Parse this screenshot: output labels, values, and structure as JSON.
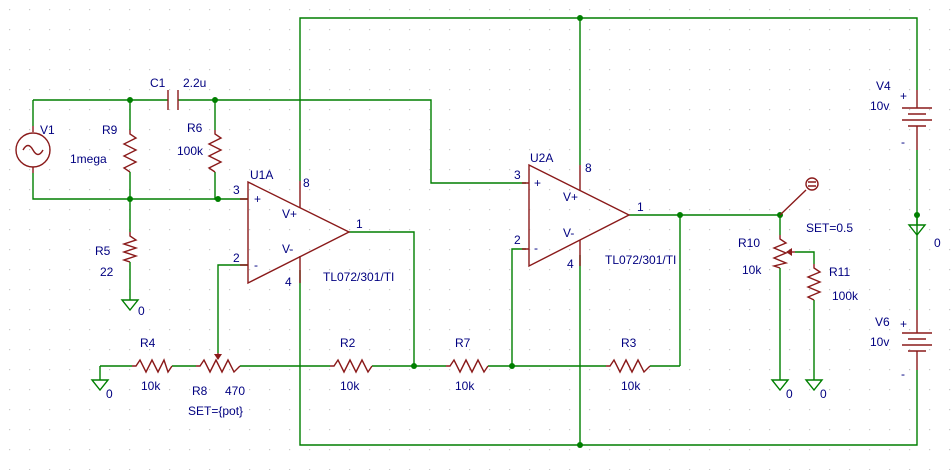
{
  "colors": {
    "background": "#ffffff",
    "grid_dots": "#c8c8c8",
    "wire": "#007f00",
    "component": "#8a1a1a",
    "label_text": "#000080"
  },
  "components": {
    "V1": {
      "ref": "V1"
    },
    "V4": {
      "ref": "V4",
      "value": "10v"
    },
    "V6": {
      "ref": "V6",
      "value": "10v"
    },
    "C1": {
      "ref": "C1",
      "value": "2.2u"
    },
    "R9": {
      "ref": "R9",
      "value": "1mega"
    },
    "R6": {
      "ref": "R6",
      "value": "100k"
    },
    "R5": {
      "ref": "R5",
      "value": "22"
    },
    "R4": {
      "ref": "R4",
      "value": "10k"
    },
    "R8": {
      "ref": "R8",
      "value": "470",
      "set": "SET={pot}"
    },
    "R2": {
      "ref": "R2",
      "value": "10k"
    },
    "R7": {
      "ref": "R7",
      "value": "10k"
    },
    "R3": {
      "ref": "R3",
      "value": "10k"
    },
    "R10": {
      "ref": "R10",
      "value": "10k",
      "set": "SET=0.5"
    },
    "R11": {
      "ref": "R11",
      "value": "100k"
    },
    "U1A": {
      "ref": "U1A",
      "part": "TL072/301/TI",
      "in_plus_label": "V+",
      "in_minus_label": "V-",
      "pin_in_plus": "3",
      "pin_in_minus": "2",
      "pin_out": "1",
      "pin_vpos": "8",
      "pin_vneg": "4"
    },
    "U2A": {
      "ref": "U2A",
      "part": "TL072/301/TI",
      "in_plus_label": "V+",
      "in_minus_label": "V-",
      "pin_in_plus": "3",
      "pin_in_minus": "2",
      "pin_out": "1",
      "pin_vpos": "8",
      "pin_vneg": "4"
    }
  },
  "grounds": {
    "label": "0"
  },
  "polarity": {
    "plus": "+",
    "minus": "-"
  }
}
